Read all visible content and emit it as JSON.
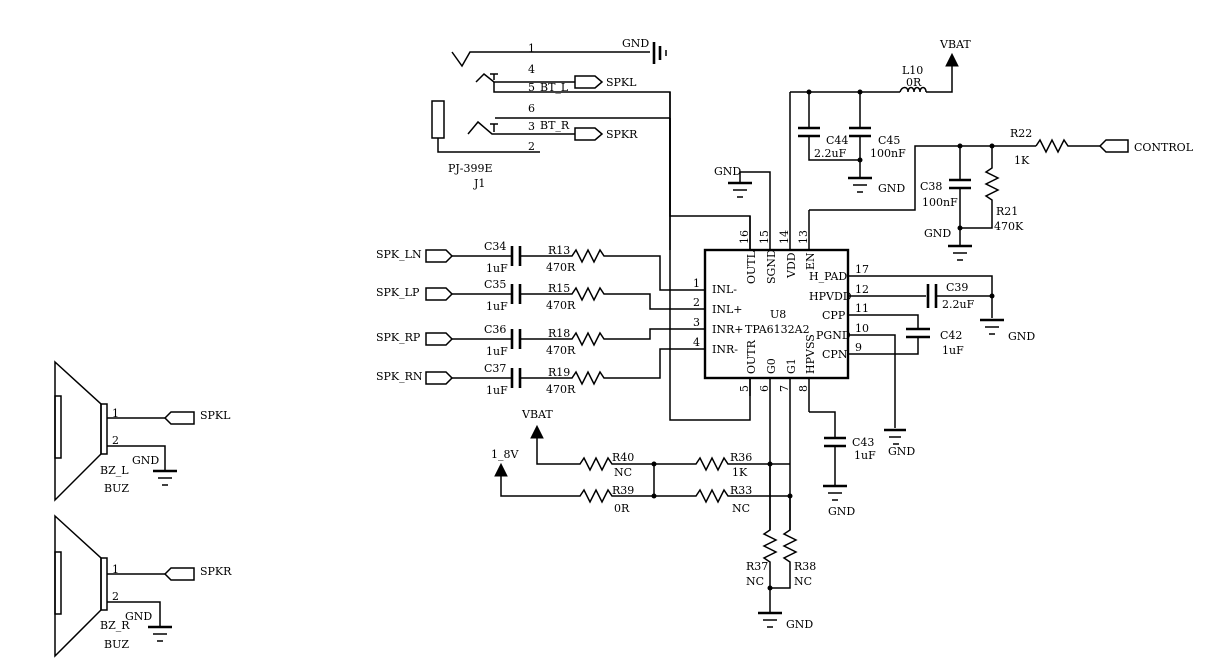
{
  "jack": {
    "ref": "J1",
    "part": "PJ-399E",
    "pins": [
      "1",
      "4",
      "5",
      "6",
      "3",
      "2"
    ]
  },
  "nets": {
    "gnd": "GND",
    "vbat": "VBAT",
    "v1_8": "1_8V",
    "spkl": "SPKL",
    "spkr": "SPKR",
    "bt_l": "BT_L",
    "bt_r": "BT_R",
    "control": "CONTROL",
    "spk_ln": "SPK_LN",
    "spk_lp": "SPK_LP",
    "spk_rp": "SPK_RP",
    "spk_rn": "SPK_RN"
  },
  "ic": {
    "ref": "U8",
    "part": "TPA6132A2",
    "left_pins": [
      {
        "num": "1",
        "name": "INL-"
      },
      {
        "num": "2",
        "name": "INL+"
      },
      {
        "num": "3",
        "name": "INR+"
      },
      {
        "num": "4",
        "name": "INR-"
      }
    ],
    "right_pins": [
      {
        "num": "17",
        "name": "H_PAD"
      },
      {
        "num": "12",
        "name": "HPVDD"
      },
      {
        "num": "11",
        "name": "CPP"
      },
      {
        "num": "10",
        "name": "PGND"
      },
      {
        "num": "9",
        "name": "CPN"
      }
    ],
    "top_pins": [
      {
        "num": "16",
        "name": "OUTL"
      },
      {
        "num": "15",
        "name": "SGND"
      },
      {
        "num": "14",
        "name": "VDD"
      },
      {
        "num": "13",
        "name": "EN"
      }
    ],
    "bottom_pins": [
      {
        "num": "5",
        "name": "OUTR"
      },
      {
        "num": "6",
        "name": "G0"
      },
      {
        "num": "7",
        "name": "G1"
      },
      {
        "num": "8",
        "name": "HPVSS"
      }
    ]
  },
  "components": {
    "c34": {
      "ref": "C34",
      "value": "1uF"
    },
    "c35": {
      "ref": "C35",
      "value": "1uF"
    },
    "c36": {
      "ref": "C36",
      "value": "1uF"
    },
    "c37": {
      "ref": "C37",
      "value": "1uF"
    },
    "r13": {
      "ref": "R13",
      "value": "470R"
    },
    "r15": {
      "ref": "R15",
      "value": "470R"
    },
    "r18": {
      "ref": "R18",
      "value": "470R"
    },
    "r19": {
      "ref": "R19",
      "value": "470R"
    },
    "l10": {
      "ref": "L10",
      "value": "0R"
    },
    "c44": {
      "ref": "C44",
      "value": "2.2uF"
    },
    "c45": {
      "ref": "C45",
      "value": "100nF"
    },
    "c38": {
      "ref": "C38",
      "value": "100nF"
    },
    "r21": {
      "ref": "R21",
      "value": "470K"
    },
    "r22": {
      "ref": "R22",
      "value": "1K"
    },
    "c39": {
      "ref": "C39",
      "value": "2.2uF"
    },
    "c42": {
      "ref": "C42",
      "value": "1uF"
    },
    "c43": {
      "ref": "C43",
      "value": "1uF"
    },
    "r40": {
      "ref": "R40",
      "value": "NC"
    },
    "r36": {
      "ref": "R36",
      "value": "1K"
    },
    "r39": {
      "ref": "R39",
      "value": "0R"
    },
    "r33": {
      "ref": "R33",
      "value": "NC"
    },
    "r37": {
      "ref": "R37",
      "value": "NC"
    },
    "r38": {
      "ref": "R38",
      "value": "NC"
    }
  },
  "buzzers": [
    {
      "ref": "BZ_L",
      "part": "BUZ",
      "pin1": "1",
      "pin2": "2",
      "net": "SPKL",
      "gnd": "GND"
    },
    {
      "ref": "BZ_R",
      "part": "BUZ",
      "pin1": "1",
      "pin2": "2",
      "net": "SPKR",
      "gnd": "GND"
    }
  ]
}
